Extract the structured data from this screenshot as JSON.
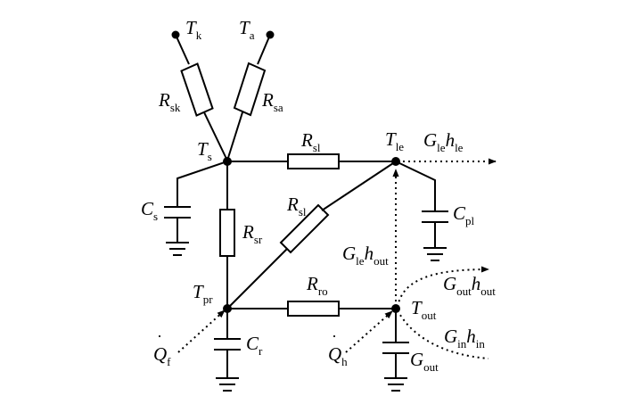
{
  "nodes": {
    "tk": {
      "main": "T",
      "sub": "k"
    },
    "ta": {
      "main": "T",
      "sub": "a"
    },
    "ts": {
      "main": "T",
      "sub": "s"
    },
    "tle": {
      "main": "T",
      "sub": "le"
    },
    "tpr": {
      "main": "T",
      "sub": "pr"
    },
    "tout": {
      "main": "T",
      "sub": "out"
    }
  },
  "resistors": {
    "rsk": {
      "main": "R",
      "sub": "sk"
    },
    "rsa": {
      "main": "R",
      "sub": "sa"
    },
    "rsl_top": {
      "main": "R",
      "sub": "sl"
    },
    "rsl_diag": {
      "main": "R",
      "sub": "sl"
    },
    "rsr": {
      "main": "R",
      "sub": "sr"
    },
    "rro": {
      "main": "R",
      "sub": "ro"
    }
  },
  "capacitors": {
    "cs": {
      "main": "C",
      "sub": "s"
    },
    "cpl": {
      "main": "C",
      "sub": "pl"
    },
    "cr": {
      "main": "C",
      "sub": "r"
    },
    "gout": {
      "main": "G",
      "sub": "out"
    }
  },
  "flows": {
    "gle_hle": {
      "g": "G",
      "gsub": "le",
      "h": "h",
      "hsub": "le"
    },
    "gle_hout": {
      "g": "G",
      "gsub": "le",
      "h": "h",
      "hsub": "out"
    },
    "gout_hout": {
      "g": "G",
      "gsub": "out",
      "h": "h",
      "hsub": "out"
    },
    "gin_hin": {
      "g": "G",
      "gsub": "in",
      "h": "h",
      "hsub": "in"
    }
  },
  "heat_inputs": {
    "qf": {
      "main": "Q",
      "sub": "f",
      "dot": "·"
    },
    "qh": {
      "main": "Q",
      "sub": "h",
      "dot": "·"
    }
  }
}
